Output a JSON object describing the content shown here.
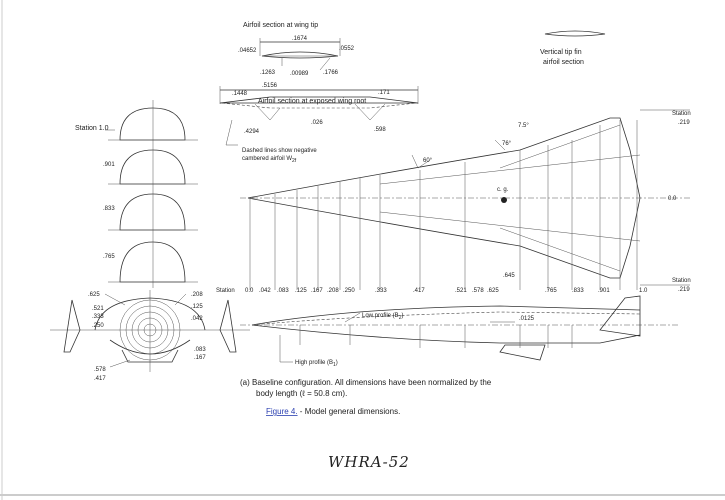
{
  "airfoil_tip": {
    "title": "Airfoil section at wing tip",
    "dims": [
      ".1674",
      ".04652",
      ".0552",
      ".1263",
      ".00989",
      ".1766"
    ]
  },
  "airfoil_root": {
    "title": "Airfoil section at exposed wing root",
    "dims": [
      ".5156",
      ".1448",
      ".171",
      ".026",
      ".4294",
      ".598"
    ],
    "note_line1": "Dashed lines show negative",
    "note_line2": "cambered airfoil W",
    "note_sub": "2f"
  },
  "tip_fin": {
    "line1": "Vertical tip fin",
    "line2": "airfoil section"
  },
  "cross_sections": {
    "title": "Station 1.0",
    "labels": [
      ".901",
      ".833",
      ".765"
    ]
  },
  "front_view": {
    "left_labels": [
      ".625",
      ".521",
      ".333",
      ".250",
      ".578",
      ".417"
    ],
    "right_labels": [
      ".208",
      ".125",
      ".042",
      ".083",
      ".167"
    ]
  },
  "plan_view": {
    "angles": [
      "7.5°",
      "76°",
      "60°"
    ],
    "cg": "c. g.",
    "station_top": {
      "label": "Station",
      "value": ".219"
    },
    "center_value": "0.0",
    "station_bottom": {
      "label": "Station",
      "value": ".219"
    }
  },
  "stations": {
    "label": "Station",
    "values": [
      "0.0",
      ".042",
      ".083",
      ".125",
      ".167",
      ".208",
      ".250",
      ".333",
      ".417",
      ".521",
      ".578",
      ".625",
      ".765",
      ".833",
      ".901",
      "1.0"
    ],
    "above": ".645"
  },
  "side_view": {
    "low_profile": "Low profile (B",
    "low_sub": "2",
    "high_profile": "High profile (B",
    "high_sub": "1",
    "dim": ".0125"
  },
  "caption": {
    "line1": "(a) Baseline configuration. All dimensions have been normalized by the",
    "line2": "body length (ℓ = 50.8 cm).",
    "figure_link": "Figure 4.",
    "figure_title": " - Model general dimensions."
  },
  "handwriting": "WHRA-52"
}
